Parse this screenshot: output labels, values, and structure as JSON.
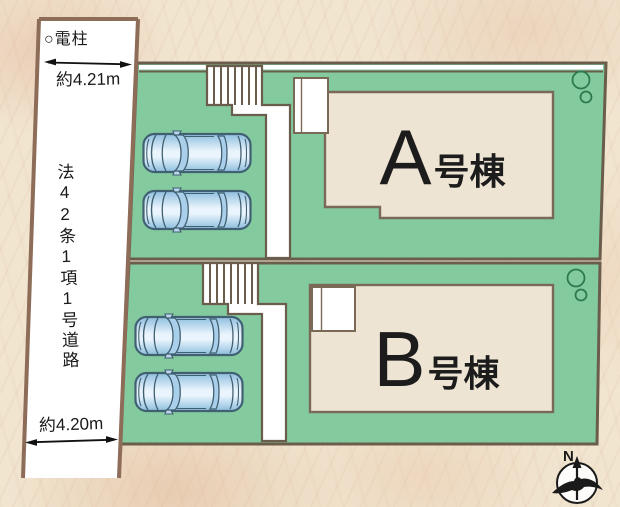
{
  "road": {
    "pole_label": "○電柱",
    "name_vertical": "法42条1項1号道路",
    "width_top_label": "約4.21m",
    "width_bottom_label": "約4.20m"
  },
  "plots": [
    {
      "id": "A",
      "label_letter": "A",
      "label_suffix": "号棟",
      "parking_spaces": 2,
      "trees": 2
    },
    {
      "id": "B",
      "label_letter": "B",
      "label_suffix": "号棟",
      "parking_spaces": 2,
      "trees": 2
    }
  ],
  "compass": {
    "north_label": "N"
  },
  "colors": {
    "plot_green": "#83ca9e",
    "building_fill": "#ede4d3",
    "plot_border": "#6b5d4b",
    "road_border": "#8d6c58",
    "road_fill": "#ffffff",
    "walkway_fill": "#ffffff",
    "car_window": "#aacfeb",
    "car_outline": "#416072",
    "background": "#f1e5d0",
    "text": "#1a1a1a"
  }
}
